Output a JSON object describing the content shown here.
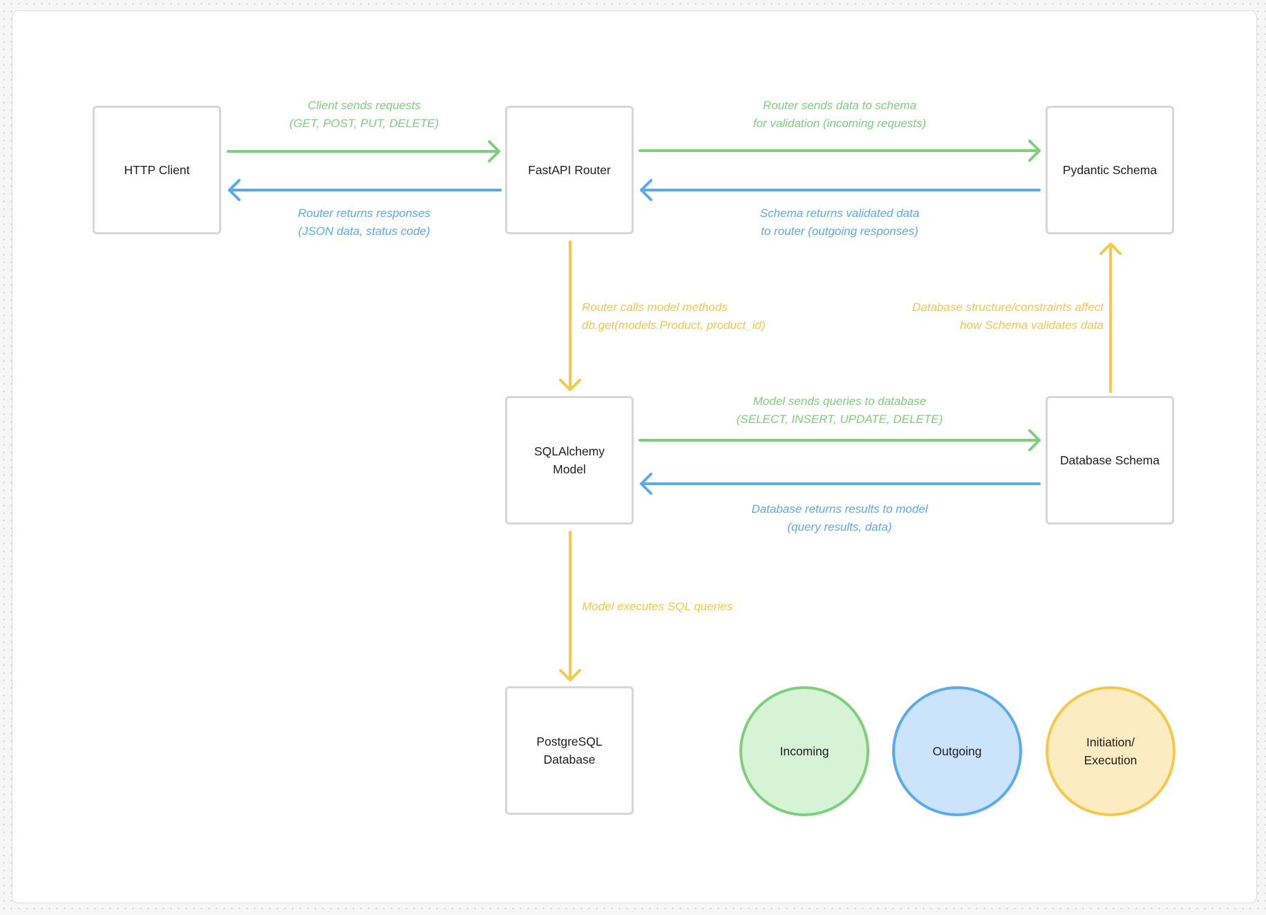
{
  "colors": {
    "incoming": "#7dd07b",
    "outgoing": "#5aaaee",
    "execution": "#f5c84c",
    "incoming_fill": "#d6f4d5",
    "outgoing_fill": "#cbe4fc",
    "execution_fill": "#fdecc2"
  },
  "nodes": {
    "http_client": "HTTP Client",
    "fastapi_router": "FastAPI Router",
    "pydantic_schema": "Pydantic Schema",
    "sqlalchemy_model": "SQLAlchemy Model",
    "database_schema": "Database Schema",
    "postgresql_database": "PostgreSQL Database"
  },
  "edges": {
    "client_to_router": [
      "Client sends requests",
      "(GET, POST, PUT, DELETE)"
    ],
    "router_to_client": [
      "Router returns responses",
      "(JSON data, status code)"
    ],
    "router_to_schema": [
      "Router sends data to schema",
      "for validation (incoming requests)"
    ],
    "schema_to_router": [
      "Schema returns validated data",
      "to router (outgoing responses)"
    ],
    "router_to_model": [
      "Router calls model methods",
      "db.get(models.Product, product_id)"
    ],
    "dbschema_to_pydantic": [
      "Database structure/constraints affect",
      "how Schema validates data"
    ],
    "model_to_dbschema": [
      "Model sends queries to database",
      "(SELECT, INSERT, UPDATE, DELETE)"
    ],
    "dbschema_to_model": [
      "Database returns results to model",
      "(query results, data)"
    ],
    "model_to_postgres": [
      "Model executes SQL queries"
    ]
  },
  "legend": {
    "incoming": "Incoming",
    "outgoing": "Outgoing",
    "execution": "Initiation/ Execution"
  }
}
